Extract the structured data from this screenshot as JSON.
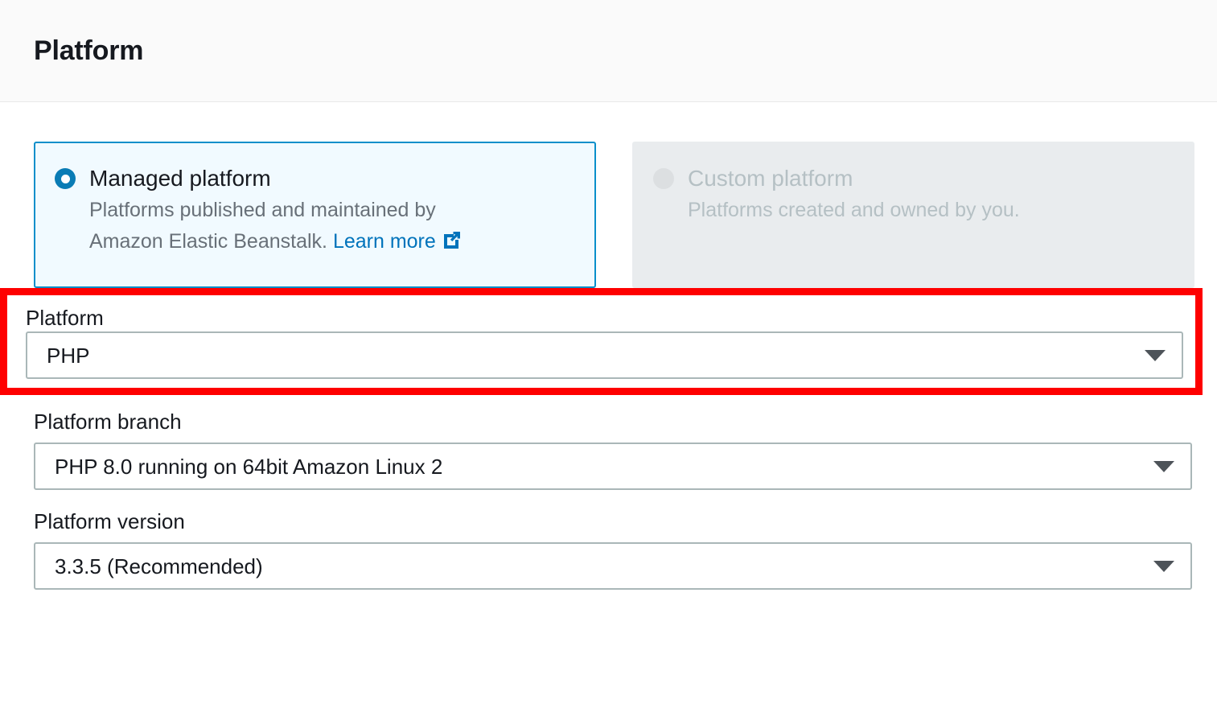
{
  "header": {
    "title": "Platform"
  },
  "platform_type": {
    "options": [
      {
        "id": "managed-platform",
        "label": "Managed platform",
        "description_line1": "Platforms published and maintained by",
        "description_line2": "Amazon Elastic Beanstalk.",
        "link_label": "Learn more",
        "link_icon": "external-link-icon",
        "selected": true,
        "disabled": false
      },
      {
        "id": "custom-platform",
        "label": "Custom platform",
        "description_line1": "Platforms created and owned by you.",
        "description_line2": "",
        "link_label": "",
        "link_icon": "",
        "selected": false,
        "disabled": true
      }
    ]
  },
  "fields": [
    {
      "id": "platform",
      "label": "Platform",
      "value": "PHP",
      "caret_icon": "chevron-down-icon",
      "annotated": true
    },
    {
      "id": "platform-branch",
      "label": "Platform branch",
      "value": "PHP 8.0 running on 64bit Amazon Linux 2",
      "caret_icon": "chevron-down-icon",
      "annotated": false
    },
    {
      "id": "platform-version",
      "label": "Platform version",
      "value": "3.3.5 (Recommended)",
      "caret_icon": "chevron-down-icon",
      "annotated": false
    }
  ],
  "colors": {
    "accent_blue": "#0073bb",
    "radio_blue": "#0a7cb5",
    "card_border_blue": "#0a8fca",
    "card_bg_blue": "#f1faff",
    "card_bg_disabled": "#e9ecee",
    "annotation_red": "#fe0000",
    "text_primary": "#16191f",
    "text_secondary": "#687078",
    "text_disabled": "#b5c0c4",
    "input_border": "#aab7b8",
    "header_bg": "#fafafa"
  }
}
